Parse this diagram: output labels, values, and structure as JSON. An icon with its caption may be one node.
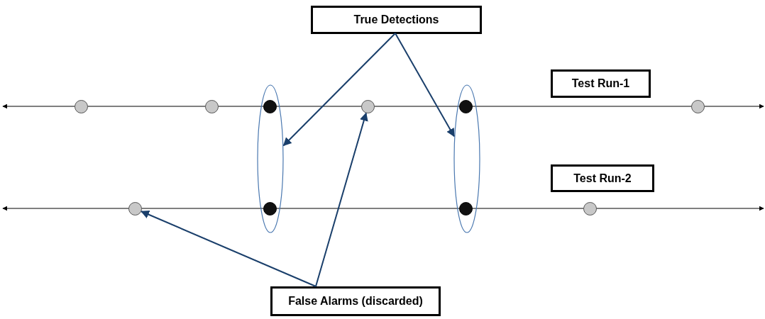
{
  "diagram": {
    "nodes": [
      {
        "text": [
          "True Detections"
        ]
      },
      {
        "text": [
          "Test Run-1"
        ]
      },
      {
        "text": [
          "Test Run-2"
        ]
      },
      {
        "text": [
          "False Alarms (discarded)"
        ]
      },
      {
        "text": [],
        "shape": "ellipse"
      },
      {
        "text": [],
        "shape": "ellipse"
      },
      {
        "text": [],
        "shape": "circle"
      },
      {
        "text": [],
        "shape": "circle"
      },
      {
        "text": [],
        "shape": "circle"
      },
      {
        "text": [],
        "shape": "circle"
      },
      {
        "text": [],
        "shape": "circle"
      },
      {
        "text": [],
        "shape": "circle"
      },
      {
        "text": [],
        "shape": "dot",
        "in": 4
      },
      {
        "text": [],
        "shape": "dot",
        "in": 5
      },
      {
        "text": [],
        "shape": "dot",
        "in": 4
      },
      {
        "text": [],
        "shape": "dot",
        "in": 5
      }
    ],
    "edges": [
      {
        "from": 0,
        "to": 4,
        "arrow": "to"
      },
      {
        "from": 0,
        "to": 5,
        "arrow": "to"
      },
      {
        "from": 3,
        "to": 6,
        "arrow": "to"
      },
      {
        "from": 3,
        "to": 7,
        "arrow": "to"
      }
    ]
  }
}
